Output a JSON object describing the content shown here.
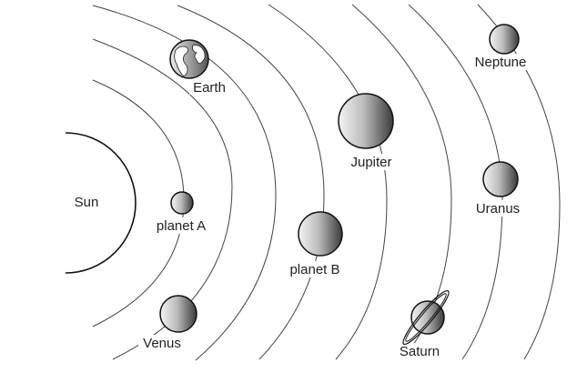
{
  "labels": {
    "sun": "Sun",
    "planet_a": "planet A",
    "venus": "Venus",
    "earth": "Earth",
    "planet_b": "planet B",
    "jupiter": "Jupiter",
    "saturn": "Saturn",
    "uranus": "Uranus",
    "neptune": "Neptune"
  }
}
